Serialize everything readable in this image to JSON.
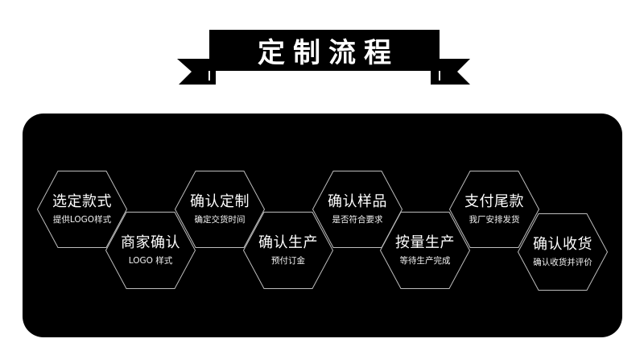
{
  "header": {
    "title": "定制流程"
  },
  "colors": {
    "background": "#ffffff",
    "panel": "#000000",
    "banner": "#000000",
    "hex_outline": "#bdbdbd",
    "text": "#ffffff"
  },
  "steps": [
    {
      "title": "选定款式",
      "subtitle": "提供LOGO样式"
    },
    {
      "title": "商家确认",
      "subtitle": "LOGO 样式"
    },
    {
      "title": "确认定制",
      "subtitle": "确定交货时间"
    },
    {
      "title": "确认生产",
      "subtitle": "预付订金"
    },
    {
      "title": "确认样品",
      "subtitle": "是否符合要求"
    },
    {
      "title": "按量生产",
      "subtitle": "等待生产完成"
    },
    {
      "title": "支付尾款",
      "subtitle": "我厂安排发货"
    },
    {
      "title": "确认收货",
      "subtitle": "确认收货并评价"
    }
  ]
}
